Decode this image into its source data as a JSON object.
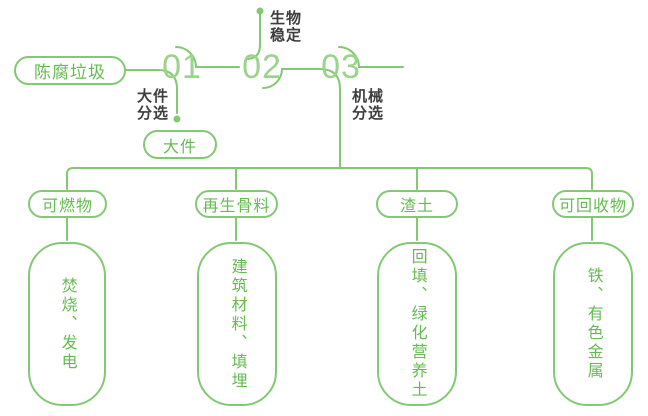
{
  "colors": {
    "line_green": "#83C873",
    "text_green": "#64BC51",
    "number_green": "#9BD38B",
    "label_dark": "#3E3E3E",
    "background": "#FFFFFF"
  },
  "source": {
    "label": "陈腐垃圾"
  },
  "steps": [
    {
      "number": "01",
      "label": "大件\n分选"
    },
    {
      "number": "02",
      "label": "生物\n稳定"
    },
    {
      "number": "03",
      "label": "机械\n分选"
    }
  ],
  "bulky_output": {
    "label": "大件"
  },
  "branches": [
    {
      "category": "可燃物",
      "output": "焚烧、发电"
    },
    {
      "category": "再生骨料",
      "output": "建筑材料、填埋"
    },
    {
      "category": "渣土",
      "output": "回填、绿化营养土"
    },
    {
      "category": "可回收物",
      "output": "铁、有色金属"
    }
  ]
}
